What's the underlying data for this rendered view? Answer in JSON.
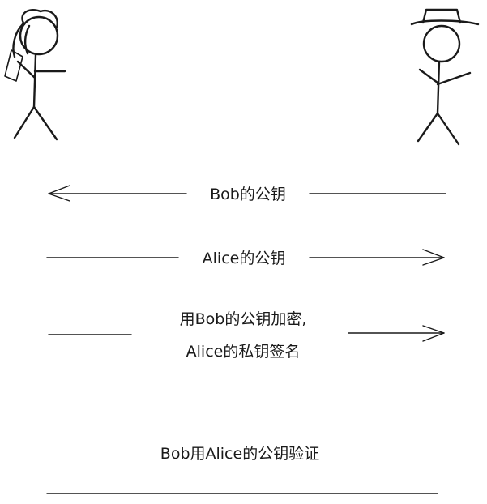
{
  "messages": [
    {
      "label": "Bob的公钥",
      "direction": "to-alice"
    },
    {
      "label": "Alice的公钥",
      "direction": "to-bob"
    },
    {
      "label_line1": "用Bob的公钥加密,",
      "label_line2": "Alice的私钥签名",
      "direction": "to-bob"
    },
    {
      "label": "Bob用Alice的公钥验证",
      "direction": "none"
    }
  ],
  "actors": [
    {
      "icon": "stick-figure-with-phone-icon"
    },
    {
      "icon": "stick-figure-with-hat-icon"
    }
  ]
}
